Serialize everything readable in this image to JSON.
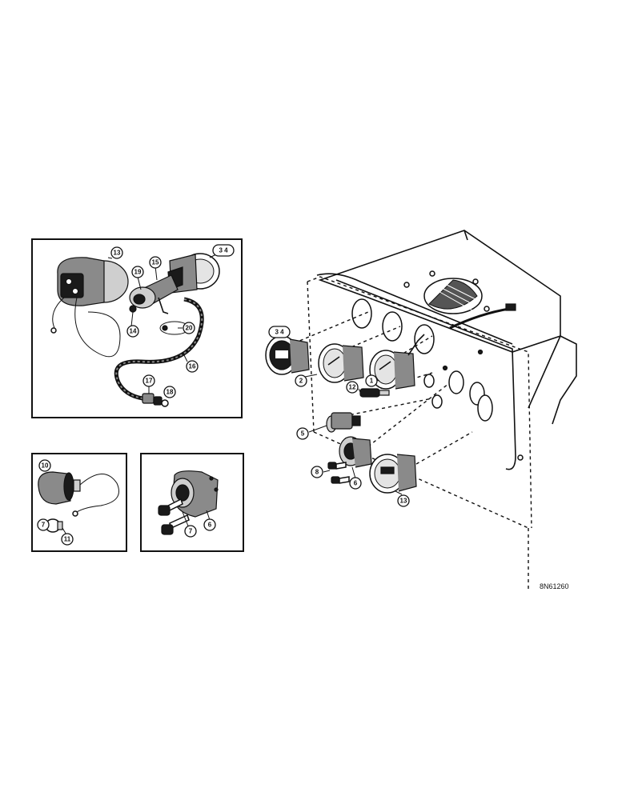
{
  "callouts": {
    "inset_gauge_13": "13",
    "inset_gauge_3_4": "3  4",
    "inset_sender_15": "15",
    "inset_switch_19": "19",
    "inset_grommet_14": "14",
    "inset_clip_20": "20",
    "inset_cable_16": "16",
    "inset_nut_17": "17",
    "inset_nut_18": "18",
    "light_10": "10",
    "bulb_7": "7",
    "bulb_11": "11",
    "keys_7": "7",
    "switch_6": "6",
    "main_gauge_3_4": "3  4",
    "main_gauge_2": "2",
    "main_gauge_1": "1",
    "main_sender_12": "12",
    "main_switch_5": "5",
    "main_key_8": "8",
    "main_ignition_6": "6",
    "main_hourmeter_13": "13"
  },
  "drawing_code": "8N61260",
  "icons": [
    "gauge",
    "ignition-switch",
    "key",
    "light-bulb",
    "cable",
    "instrument-panel"
  ]
}
